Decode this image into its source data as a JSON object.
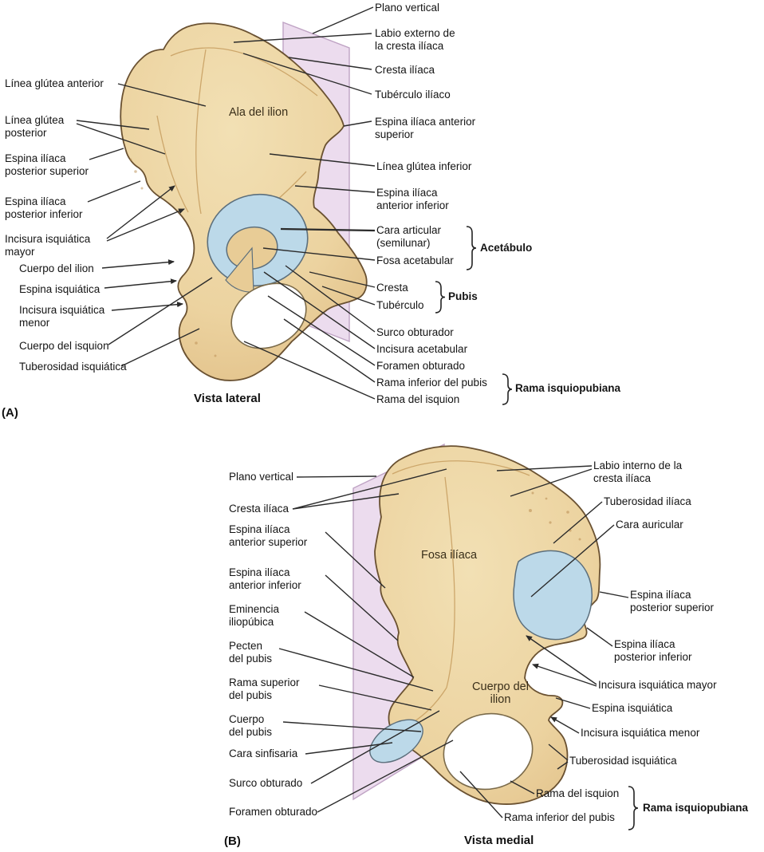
{
  "colors": {
    "background": "#ffffff",
    "bone": "#ecd3a2",
    "bone_light": "#f2e0b4",
    "bone_dark": "#dfbc83",
    "bone_outline": "#6a5131",
    "bone_detail": "#c9a164",
    "cartilage": "#bcd9e9",
    "cartilage_outline": "#5c6f7c",
    "plane": "#ecdcee",
    "plane_edge": "#bfa3c4",
    "leader": "#2b2b2b",
    "text": "#141414"
  },
  "panel_a": {
    "marker": "(A)",
    "caption": "Vista lateral",
    "on_bone": {
      "ala_del_ilion": "Ala del ilion"
    },
    "labels_left": {
      "linea_glutea_anterior": "Línea glútea anterior",
      "linea_glutea_posterior": "Línea glútea posterior",
      "espina_iliaca_posterior_superior": "Espina ilíaca posterior superior",
      "espina_iliaca_posterior_inferior": "Espina ilíaca posterior inferior",
      "incisura_isquiatica_mayor": "Incisura isquiática mayor",
      "cuerpo_del_ilion": "Cuerpo del ilion",
      "espina_isquiatica": "Espina isquiática",
      "incisura_isquiatica_menor": "Incisura isquiática menor",
      "cuerpo_del_isquion": "Cuerpo del isquion",
      "tuberosidad_isquiatica": "Tuberosidad isquiática"
    },
    "labels_right": {
      "plano_vertical": "Plano vertical",
      "labio_externo": "Labio externo de la cresta ilíaca",
      "cresta_iliaca": "Cresta ilíaca",
      "tuberculo_iliaco": "Tubérculo ilíaco",
      "espina_iliaca_anterior_superior": "Espina ilíaca anterior superior",
      "linea_glutea_inferior": "Línea glútea inferior",
      "espina_iliaca_anterior_inferior": "Espina ilíaca anterior inferior",
      "cara_articular": "Cara articular (semilunar)",
      "fosa_acetabular": "Fosa acetabular",
      "cresta": "Cresta",
      "tuberculo": "Tubérculo",
      "surco_obturador": "Surco obturador",
      "incisura_acetabular": "Incisura acetabular",
      "foramen_obturado": "Foramen obturado",
      "rama_inferior_del_pubis": "Rama inferior del pubis",
      "rama_del_isquion": "Rama del isquion"
    },
    "groups": {
      "acetabulo": "Acetábulo",
      "pubis": "Pubis",
      "rama_isquiopubiana": "Rama isquiopubiana"
    }
  },
  "panel_b": {
    "marker": "(B)",
    "caption": "Vista medial",
    "on_bone": {
      "fosa_iliaca": "Fosa ilíaca",
      "cuerpo_del_ilion": "Cuerpo del ilion"
    },
    "labels_left": {
      "plano_vertical": "Plano vertical",
      "cresta_iliaca": "Cresta ilíaca",
      "espina_iliaca_anterior_superior": "Espina ilíaca anterior superior",
      "espina_iliaca_anterior_inferior": "Espina ilíaca anterior inferior",
      "eminencia_iliopubica": "Eminencia iliopúbica",
      "pecten_del_pubis": "Pecten del pubis",
      "rama_superior_del_pubis": "Rama superior del pubis",
      "cuerpo_del_pubis": "Cuerpo del pubis",
      "cara_sinfisaria": "Cara sinfisaria",
      "surco_obturado": "Surco obturado",
      "foramen_obturado": "Foramen obturado"
    },
    "labels_right": {
      "labio_interno": "Labio interno de la cresta ilíaca",
      "tuberosidad_iliaca": "Tuberosidad ilíaca",
      "cara_auricular": "Cara auricular",
      "espina_iliaca_posterior_superior": "Espina ilíaca posterior superior",
      "espina_iliaca_posterior_inferior": "Espina ilíaca posterior inferior",
      "incisura_isquiatica_mayor": "Incisura isquiática mayor",
      "espina_isquiatica": "Espina isquiática",
      "incisura_isquiatica_menor": "Incisura isquiática menor",
      "tuberosidad_isquiatica": "Tuberosidad isquiática",
      "rama_del_isquion": "Rama del isquion",
      "rama_inferior_del_pubis": "Rama inferior del pubis"
    },
    "groups": {
      "rama_isquiopubiana": "Rama isquiopubiana"
    }
  }
}
